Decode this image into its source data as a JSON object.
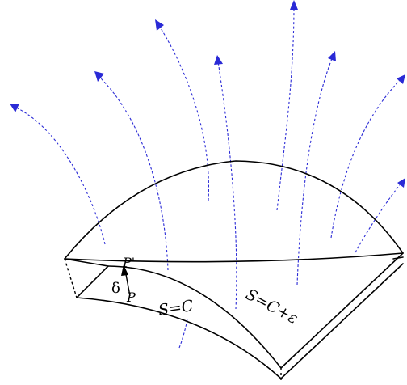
{
  "labels": {
    "p_prime": "P'",
    "p": "P",
    "delta": "δ",
    "level_surface": "S=C",
    "offset_surface": "S=C+ε"
  },
  "colors": {
    "flow_lines": "#2a2ad6",
    "edges": "#000000",
    "background": "#ffffff"
  },
  "flow_line_count": 9
}
